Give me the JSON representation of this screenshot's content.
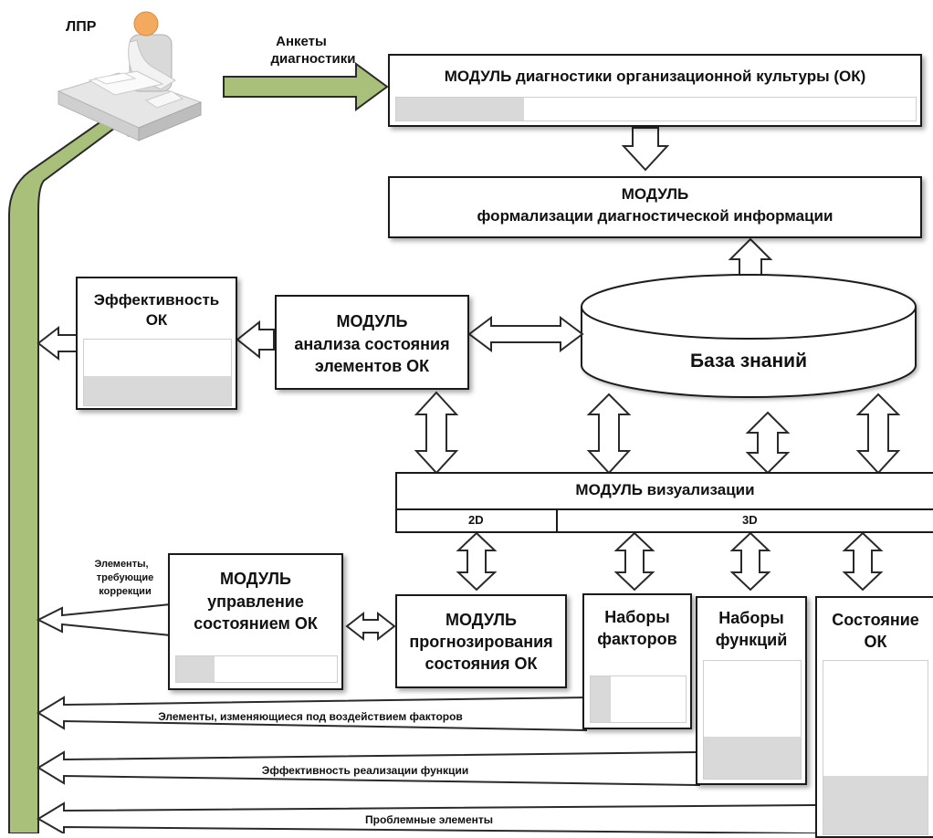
{
  "actor": {
    "label": "ЛПР"
  },
  "arrows": {
    "questionnaires": [
      "Анкеты",
      "диагностики"
    ],
    "elements_correction": [
      "Элементы,",
      "требующие",
      "коррекции"
    ],
    "factor_elements": "Элементы, изменяющиеся под воздействием факторов",
    "function_efficiency": "Эффективность реализации функции",
    "problem_elements": "Проблемные элементы"
  },
  "modules": {
    "diagnostics": {
      "title": "МОДУЛЬ диагностики организационной культуры (ОК)"
    },
    "formalization": {
      "line1": "МОДУЛЬ",
      "line2": "формализации диагностической информации"
    },
    "analysis": {
      "line1": "МОДУЛЬ",
      "line2": "анализа состояния",
      "line3": "элементов ОК"
    },
    "knowledge_base": {
      "title": "База знаний"
    },
    "efficiency": {
      "line1": "Эффективность",
      "line2": "ОК"
    },
    "visualization": {
      "title": "МОДУЛЬ визуализации",
      "tab_2d": "2D",
      "tab_3d": "3D"
    },
    "management": {
      "line1": "МОДУЛЬ",
      "line2": "управление",
      "line3": "состоянием ОК"
    },
    "forecasting": {
      "line1": "МОДУЛЬ",
      "line2": "прогнозирования",
      "line3": "состояния ОК"
    },
    "factor_sets": {
      "line1": "Наборы",
      "line2": "факторов"
    },
    "function_sets": {
      "line1": "Наборы",
      "line2": "функций"
    },
    "state": {
      "line1": "Состояние",
      "line2": "ОК"
    }
  },
  "colors": {
    "arrow_green": "#a8c07a",
    "arrow_stroke": "#2a2a2a",
    "fill_gray": "#d9d9d9"
  }
}
